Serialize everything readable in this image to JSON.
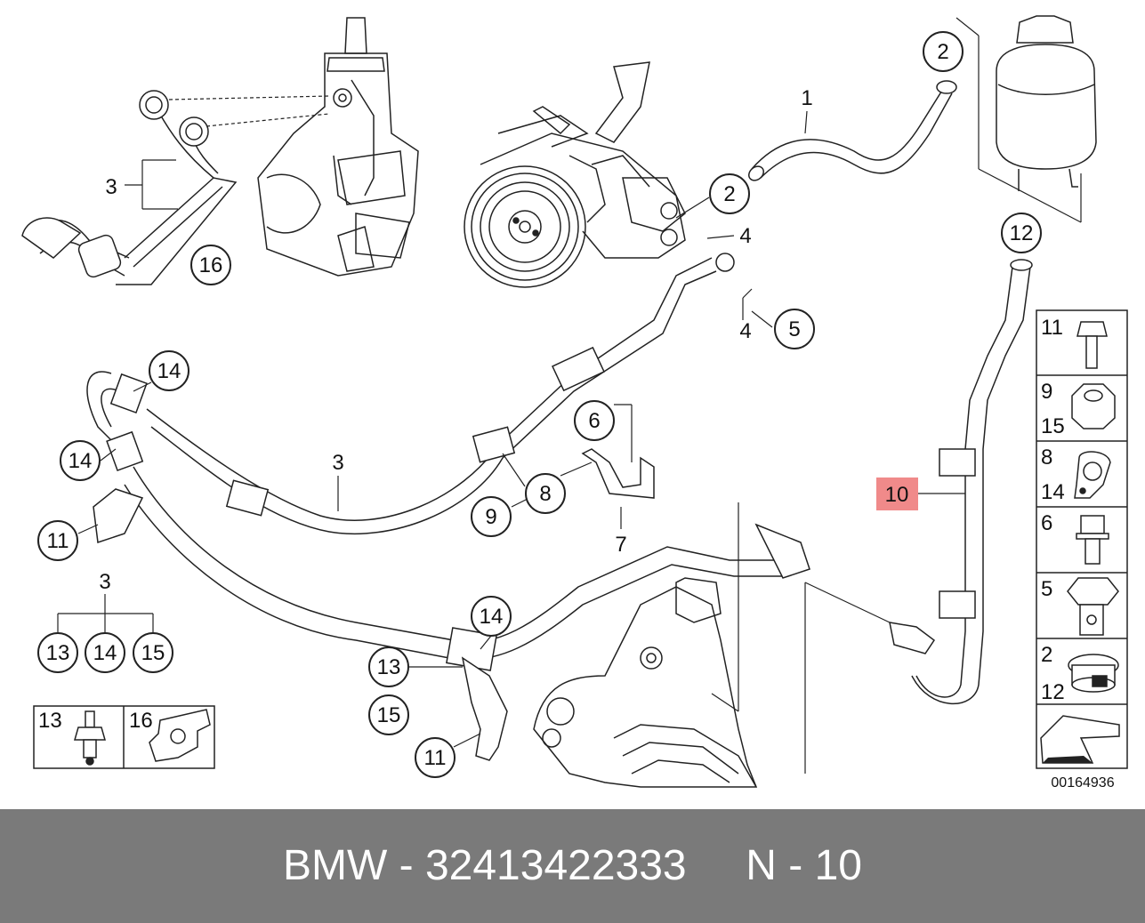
{
  "diagram": {
    "callouts": {
      "c1": "1",
      "c2a": "2",
      "c2b": "2",
      "c3a": "3",
      "c3b": "3",
      "c3c": "3",
      "c4a": "4",
      "c4b": "4",
      "c5": "5",
      "c6": "6",
      "c7": "7",
      "c8": "8",
      "c9": "9",
      "c10": "10",
      "c11a": "11",
      "c11b": "11",
      "c12": "12",
      "c13a": "13",
      "c13b": "13",
      "c14a": "14",
      "c14b": "14",
      "c14c": "14",
      "c14d": "14",
      "c15a": "15",
      "c15b": "15",
      "c16": "16"
    },
    "highlight_color": "#f08a8a",
    "legend_right": {
      "r1": "11",
      "r2a": "9",
      "r2b": "15",
      "r3a": "8",
      "r3b": "14",
      "r4": "6",
      "r5": "5",
      "r6a": "2",
      "r6b": "12"
    },
    "legend_bottom": {
      "b1": "13",
      "b2": "16"
    },
    "reference": "00164936"
  },
  "footer": {
    "text": "BMW - 32413422333     N - 10",
    "background": "#7a7a7a"
  }
}
